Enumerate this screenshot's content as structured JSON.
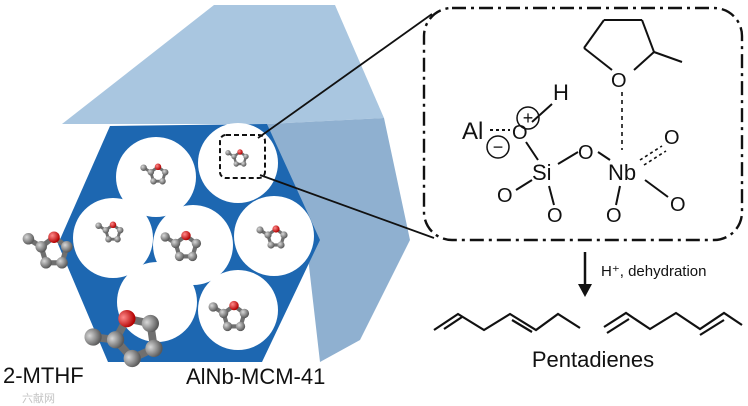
{
  "labels": {
    "molecule_name": "2-MTHF",
    "material_name": "AlNb-MCM-41",
    "condition": "H⁺, dehydration",
    "product_name": "Pentadienes"
  },
  "atoms": {
    "al": "Al",
    "h": "H",
    "si": "Si",
    "nb": "Nb",
    "o": "O"
  },
  "charges": {
    "positive": "+",
    "negative": "−"
  },
  "colors": {
    "prism_face": "#a9c6e0",
    "prism_side": "#93b4d3",
    "hex_face": "#1d67b1",
    "pore": "#ffffff",
    "carbon": "#777777",
    "oxygen": "#dd1f1f"
  },
  "watermark": "六献网"
}
